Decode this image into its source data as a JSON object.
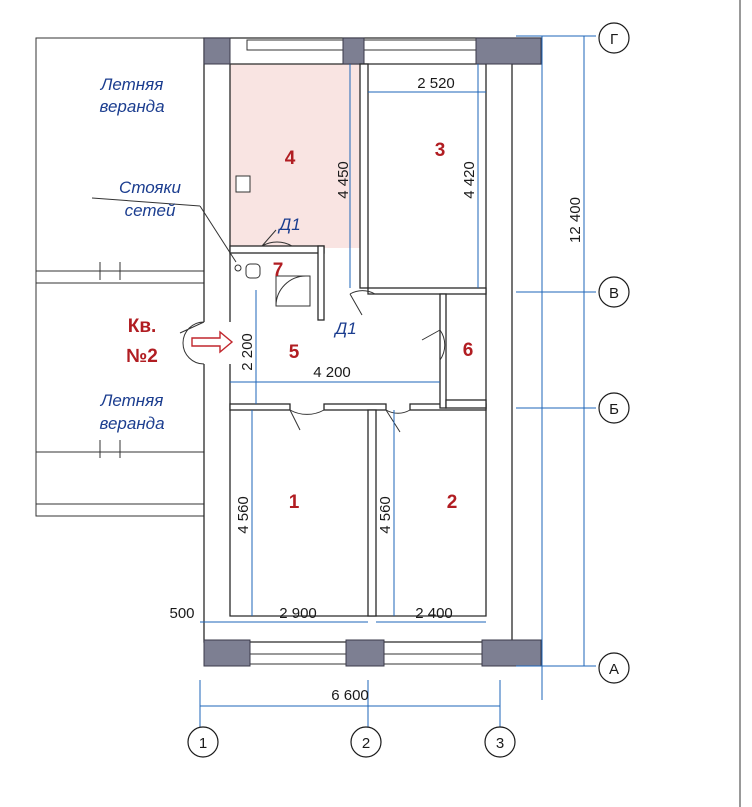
{
  "rooms": {
    "r1": "1",
    "r2": "2",
    "r3": "3",
    "r4": "4",
    "r5": "5",
    "r6": "6",
    "r7": "7"
  },
  "doors": {
    "d1_upper": "Д1",
    "d1_lower": "Д1"
  },
  "labels": {
    "veranda_top_1": "Летняя",
    "veranda_top_2": "веранда",
    "risers_1": "Стояки",
    "risers_2": "сетей",
    "apt_1": "Кв.",
    "apt_2": "№2",
    "veranda_bottom_1": "Летняя",
    "veranda_bottom_2": "веранда"
  },
  "dimensions": {
    "d2520": "2 520",
    "d4450": "4 450",
    "d4420": "4 420",
    "d12400": "12 400",
    "d2200": "2 200",
    "d4200": "4 200",
    "d4560_left": "4 560",
    "d4560_right": "4 560",
    "d500": "500",
    "d2900": "2 900",
    "d2400": "2 400",
    "d6600": "6 600"
  },
  "axes": {
    "g": "Г",
    "v": "В",
    "b": "Б",
    "a": "А",
    "n1": "1",
    "n2": "2",
    "n3": "3"
  },
  "colors": {
    "room4_fill": "#f9e4e2",
    "column": "#7d7f92",
    "dimension_line": "#1e66b8",
    "room_number": "#b11d22",
    "label_text": "#1b3d8f",
    "entry_arrow": "#c1272d"
  }
}
